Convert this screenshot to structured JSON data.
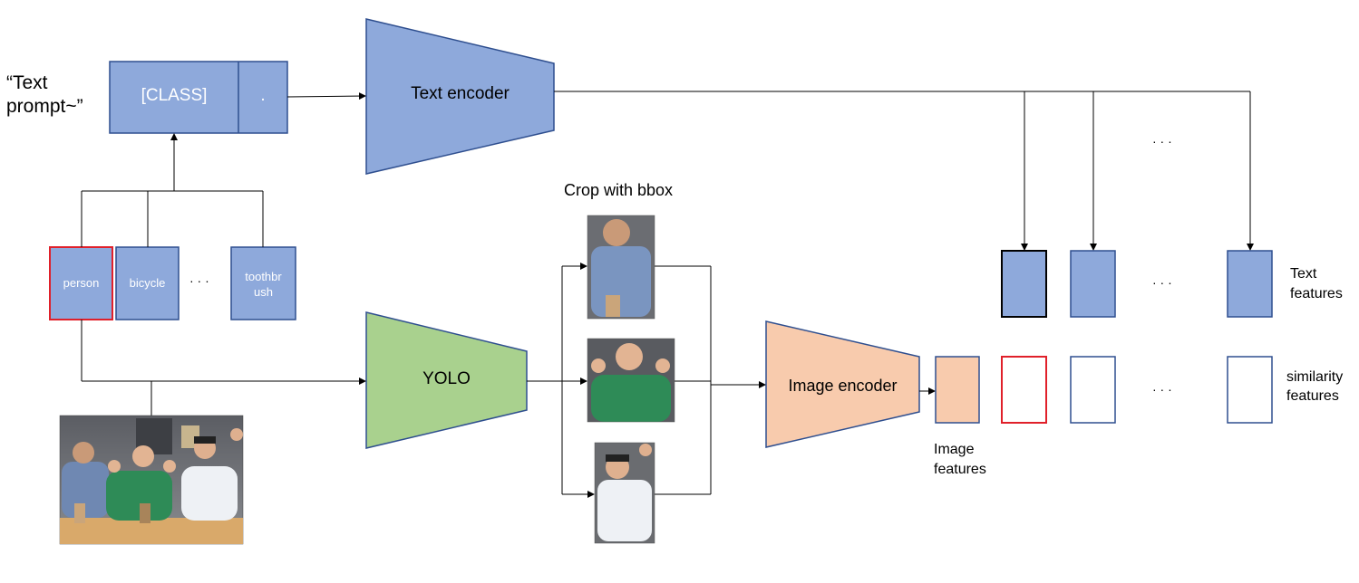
{
  "prompt": {
    "line1": "“Text",
    "line2": "prompt~”",
    "class_token": "[CLASS]",
    "period_token": "."
  },
  "text_encoder_label": "Text encoder",
  "yolo_label": "YOLO",
  "image_encoder_label": "Image encoder",
  "crop_title": "Crop with bbox",
  "classes": [
    "person",
    "bicycle",
    "toothbr\nush"
  ],
  "class_ellipsis": "· · ·",
  "ellipsis": "· · ·",
  "text_features_label": [
    "Text",
    "features"
  ],
  "similarity_features_label": [
    "similarity",
    "features"
  ],
  "image_features_label": [
    "Image",
    "features"
  ],
  "colors": {
    "blue_fill": "#8EA9DB",
    "blue_stroke": "#2F4F8F",
    "green_fill": "#A9D18E",
    "orange_fill": "#F8CBAD",
    "red": "#E0202A",
    "line": "#000000"
  }
}
